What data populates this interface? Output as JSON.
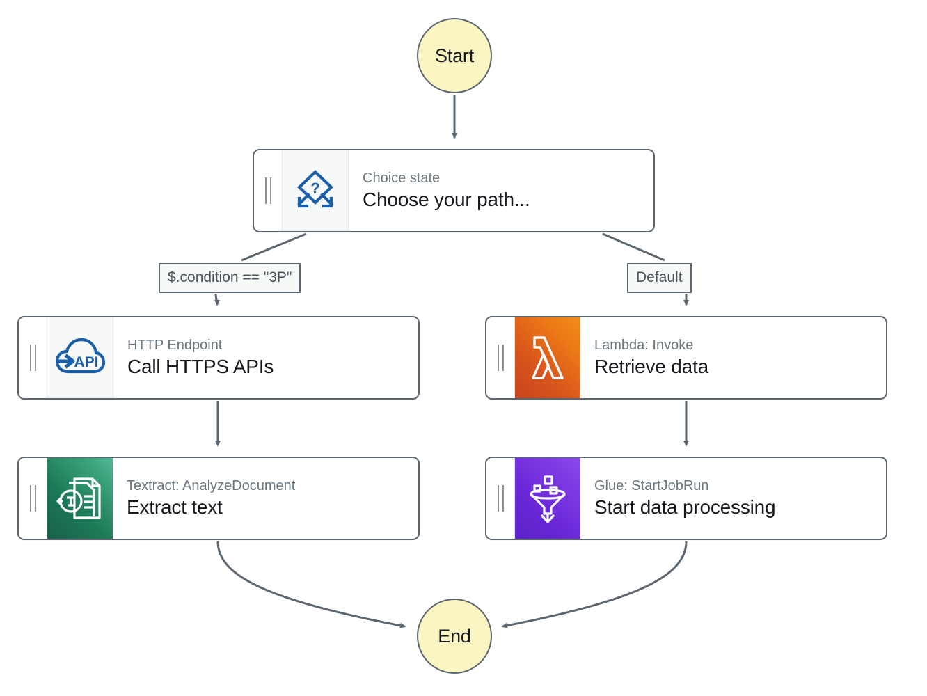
{
  "diagram": {
    "type": "aws-step-functions-workflow",
    "background_color": "#ffffff",
    "edge_color": "#5b6670"
  },
  "terminals": {
    "start": {
      "label": "Start",
      "fill": "#fbf5c4",
      "border": "#5b6670"
    },
    "end": {
      "label": "End",
      "fill": "#fbf5c4",
      "border": "#5b6670"
    }
  },
  "nodes": [
    {
      "id": "choice",
      "kind": "Choice state",
      "title": "Choose your path...",
      "icon": "choice-diamond-question-icon",
      "icon_style": "plain",
      "icon_color": "#1b5fa8"
    },
    {
      "id": "http",
      "kind": "HTTP Endpoint",
      "title": "Call HTTPS APIs",
      "icon": "cloud-api-icon",
      "icon_style": "plain",
      "icon_color": "#1b5fa8"
    },
    {
      "id": "lambda",
      "kind": "Lambda: Invoke",
      "title": "Retrieve data",
      "icon": "lambda-icon",
      "icon_style": "lambda",
      "icon_color": "#ffffff",
      "tile_color": "#ed7a16"
    },
    {
      "id": "textract",
      "kind": "Textract: AnalyzeDocument",
      "title": "Extract text",
      "icon": "textract-document-icon",
      "icon_style": "textract",
      "icon_color": "#ffffff",
      "tile_color": "#1c7a57"
    },
    {
      "id": "glue",
      "kind": "Glue: StartJobRun",
      "title": "Start data processing",
      "icon": "glue-funnel-icon",
      "icon_style": "glue",
      "icon_color": "#ffffff",
      "tile_color": "#8440e6"
    }
  ],
  "edge_labels": {
    "condition": "$.condition == \"3P\"",
    "default": "Default"
  },
  "edges": [
    {
      "from": "start",
      "to": "choice",
      "label": ""
    },
    {
      "from": "choice",
      "to": "http",
      "label": "$.condition == \"3P\""
    },
    {
      "from": "choice",
      "to": "lambda",
      "label": "Default"
    },
    {
      "from": "http",
      "to": "textract",
      "label": ""
    },
    {
      "from": "lambda",
      "to": "glue",
      "label": ""
    },
    {
      "from": "textract",
      "to": "end",
      "label": ""
    },
    {
      "from": "glue",
      "to": "end",
      "label": ""
    }
  ]
}
